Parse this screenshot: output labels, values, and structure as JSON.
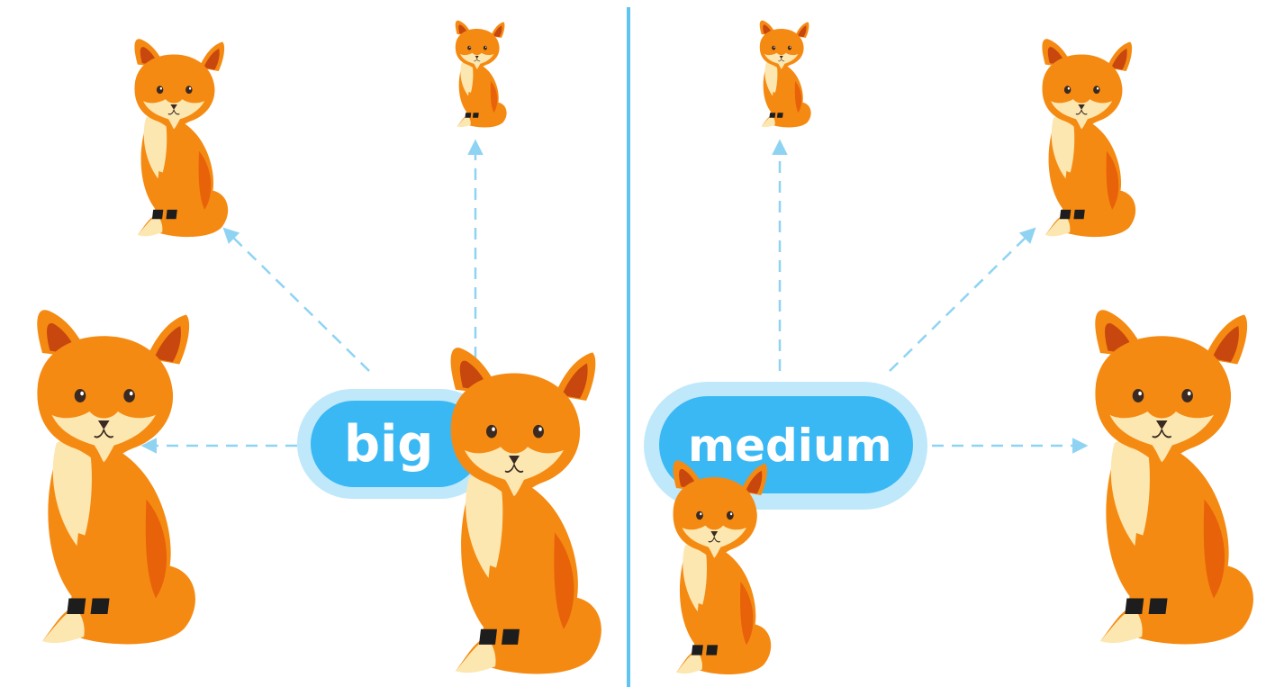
{
  "labels": {
    "left": "big",
    "right": "medium"
  },
  "colors": {
    "divider": "#5ec4f0",
    "arrow": "#8fd3f3",
    "pill_fill": "#3ab8f3",
    "pill_glow": "#bfe8fb",
    "pill_text": "#ffffff",
    "fox_orange": "#f58a12",
    "fox_orange_dark": "#e8620a",
    "fox_cream": "#fde7b0",
    "fox_ear_inner": "#c8470f",
    "fox_eye": "#3a2a22",
    "fox_paw": "#1d1d1d"
  },
  "icons": {
    "fox": "fox-icon",
    "arrow": "dashed-arrow"
  },
  "panels": [
    {
      "name": "left-panel",
      "label_key": "left",
      "foxes": [
        "small-fox",
        "tiny-fox",
        "big-fox",
        "big-fox-on-label"
      ]
    },
    {
      "name": "right-panel",
      "label_key": "right",
      "foxes": [
        "tiny-fox",
        "small-fox",
        "big-fox",
        "small-fox-on-label"
      ]
    }
  ]
}
